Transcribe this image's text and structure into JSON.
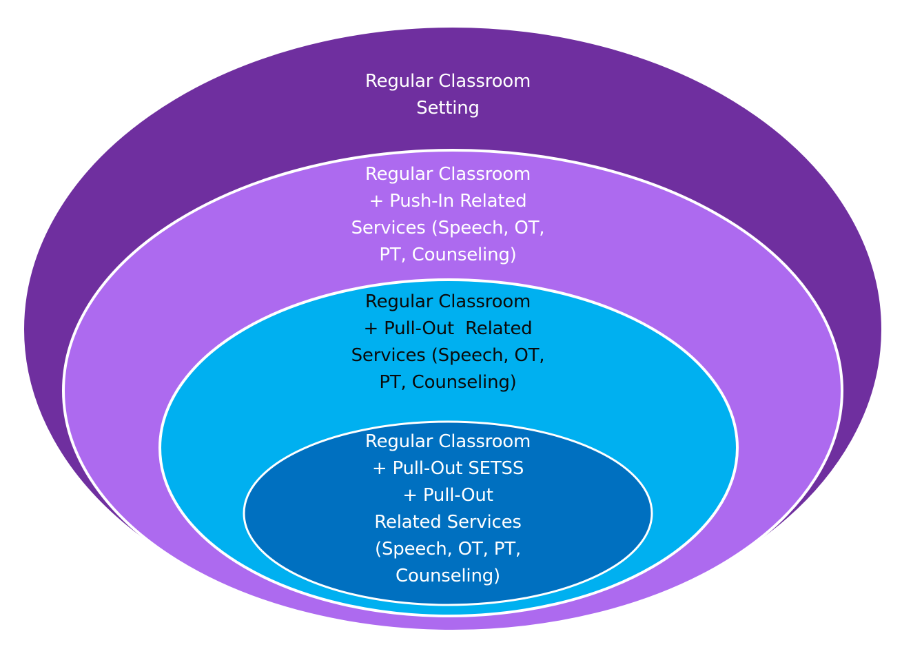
{
  "colors": {
    "background": "#ffffff",
    "ring_outer": "#6f2f9f",
    "ring_second": "#ad6aef",
    "ring_third": "#00b0f0",
    "ring_inner": "#0070c0",
    "ring_outline": "#ffffff",
    "text_light": "#ffffff",
    "text_dark": "#0a0a0a"
  },
  "rings": [
    {
      "id": "regular-classroom",
      "lines": [
        "Regular Classroom",
        "Setting"
      ]
    },
    {
      "id": "push-in-related-services",
      "lines": [
        "Regular Classroom",
        "+ Push-In Related",
        "Services (Speech, OT,",
        "PT, Counseling)"
      ]
    },
    {
      "id": "pull-out-related-services",
      "lines": [
        "Regular Classroom",
        "+ Pull-Out  Related",
        "Services (Speech, OT,",
        "PT, Counseling)"
      ]
    },
    {
      "id": "pull-out-setss",
      "lines": [
        "Regular Classroom",
        "+ Pull-Out SETSS",
        "+ Pull-Out",
        "Related Services",
        "(Speech, OT, PT,",
        "Counseling)"
      ]
    }
  ]
}
